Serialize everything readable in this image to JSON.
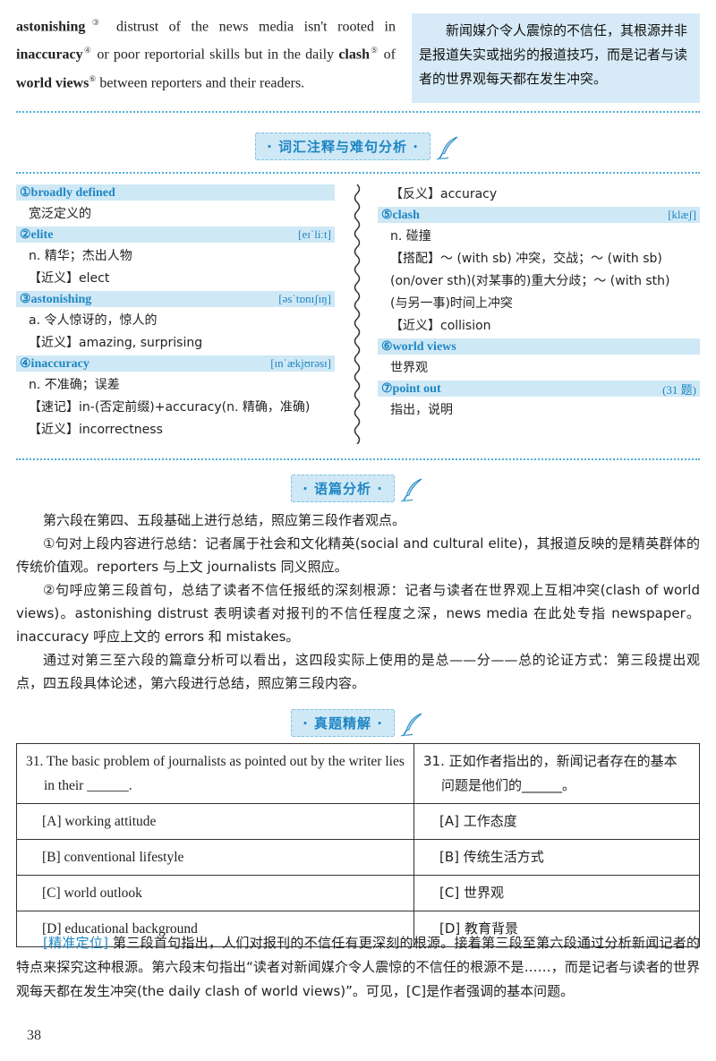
{
  "top": {
    "en_segments": [
      {
        "t": "astonishing",
        "b": true,
        "sup": "③"
      },
      {
        "t": " distrust of the news media isn't rooted in ",
        "b": false
      },
      {
        "t": "inaccuracy",
        "b": true,
        "sup": "④"
      },
      {
        "t": " or poor reportorial skills but in the daily ",
        "b": false
      },
      {
        "t": "clash",
        "b": true,
        "sup": "⑤"
      },
      {
        "t": " of ",
        "b": false
      },
      {
        "t": "world views",
        "b": true,
        "sup": "⑥"
      },
      {
        "t": " between reporters and their readers.",
        "b": false
      }
    ],
    "cn": "新闻媒介令人震惊的不信任，其根源并非是报道失实或拙劣的报道技巧，而是记者与读者的世界观每天都在发生冲突。"
  },
  "sections": {
    "vocab_title": "· 词汇注释与难句分析 ·",
    "analysis_title": "· 语篇分析 ·",
    "question_title": "· 真题精解 ·"
  },
  "vocab_left": [
    {
      "head": "①broadly defined",
      "ipa": "",
      "lines": [
        "宽泛定义的"
      ]
    },
    {
      "head": "②elite",
      "ipa": "[eɪˈliːt]",
      "lines": [
        "n. 精华；杰出人物",
        "【近义】elect"
      ]
    },
    {
      "head": "③astonishing",
      "ipa": "[əsˈtɒnɪʃɪŋ]",
      "lines": [
        "a. 令人惊讶的，惊人的",
        "【近义】amazing, surprising"
      ]
    },
    {
      "head": "④inaccuracy",
      "ipa": "[ɪnˈækjʊrəsɪ]",
      "lines": [
        "n. 不准确；误差",
        "【速记】in-(否定前缀)+accuracy(n. 精确，准确)",
        "【近义】incorrectness"
      ]
    }
  ],
  "vocab_right": {
    "pre_lines": [
      "【反义】accuracy"
    ],
    "entries": [
      {
        "head": "⑤clash",
        "ipa": "[klæʃ]",
        "lines": [
          "n. 碰撞",
          "【搭配】～ (with sb) 冲突，交战；～ (with sb)",
          "(on/over sth)(对某事的)重大分歧；～ (with sth)",
          "(与另一事)时间上冲突",
          "【近义】collision"
        ]
      },
      {
        "head": "⑥world views",
        "ipa": "",
        "lines": [
          "世界观"
        ]
      },
      {
        "head": "⑦point out",
        "ipa": "(31 题)",
        "lines": [
          "指出，说明"
        ]
      }
    ]
  },
  "analysis": [
    "第六段在第四、五段基础上进行总结，照应第三段作者观点。",
    "①句对上段内容进行总结：记者属于社会和文化精英(social and cultural elite)，其报道反映的是精英群体的传统价值观。reporters 与上文 journalists 同义照应。",
    "②句呼应第三段首句，总结了读者不信任报纸的深刻根源：记者与读者在世界观上互相冲突(clash of world views)。astonishing distrust 表明读者对报刊的不信任程度之深，news media 在此处专指 newspaper。inaccuracy 呼应上文的 errors 和 mistakes。",
    "通过对第三至六段的篇章分析可以看出，这四段实际上使用的是总——分——总的论证方式：第三段提出观点，四五段具体论述，第六段进行总结，照应第三段内容。"
  ],
  "question": {
    "stem_en": "31. The basic problem of journalists as pointed out by the writer lies in their ______.",
    "stem_cn": "31. 正如作者指出的，新闻记者存在的基本问题是他们的______。",
    "options": [
      {
        "en": "[A] working attitude",
        "cn": "[A] 工作态度"
      },
      {
        "en": "[B] conventional lifestyle",
        "cn": "[B] 传统生活方式"
      },
      {
        "en": "[C] world outlook",
        "cn": "[C] 世界观"
      },
      {
        "en": "[D] educational background",
        "cn": "[D] 教育背景"
      }
    ]
  },
  "explain": {
    "tag": "[精准定位]",
    "text": " 第三段首句指出，人们对报刊的不信任有更深刻的根源。接着第三段至第六段通过分析新闻记者的特点来探究这种根源。第六段末句指出“读者对新闻媒介令人震惊的不信任的根源不是……，而是记者与读者的世界观每天都在发生冲突(the daily clash of world views)”。可见，[C]是作者强调的基本问题。"
  },
  "page_number": "38",
  "colors": {
    "accent": "#1e86c4",
    "band": "#cfe8f5",
    "box": "#d6ebf7"
  }
}
